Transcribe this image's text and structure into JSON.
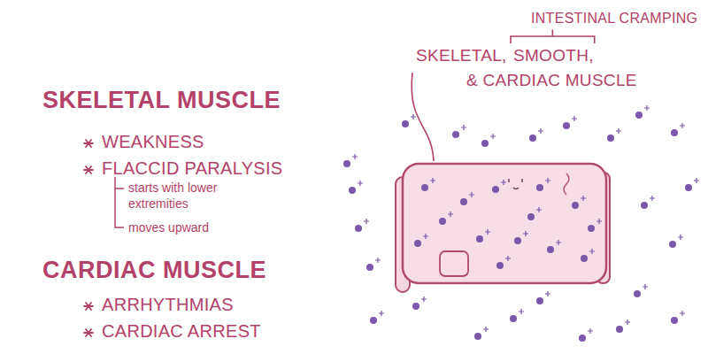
{
  "diagram": {
    "labels": [
      "SKELETAL MUSCLE",
      "WEAKNESS",
      "FLACCID PARALYSIS",
      "starts with lower extremities",
      "moves upward",
      "CARDIAC MUSCLE",
      "ARRHYTHMIAS",
      "CARDIAC ARREST",
      "INTESTINAL CRAMPING",
      "SKELETAL,",
      "SMOOTH,",
      "& CARDIAC MUSCLE"
    ]
  }
}
